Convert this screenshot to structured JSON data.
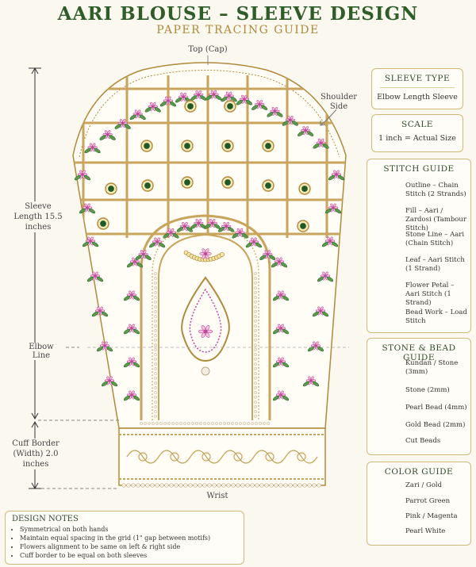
{
  "header": {
    "title": "AARI BLOUSE – SLEEVE DESIGN",
    "subtitle": "PAPER TRACING GUIDE"
  },
  "labels": {
    "top_cap": "Top (Cap)",
    "shoulder_side": "Shoulder Side",
    "sleeve_length": "Sleeve Length 15.5 inches",
    "elbow_line": "Elbow Line",
    "cuff_border": "Cuff Border (Width) 2.0 inches",
    "wrist": "Wrist"
  },
  "sleeve_type": {
    "heading": "SLEEVE TYPE",
    "value": "Elbow Length Sleeve"
  },
  "scale": {
    "heading": "SCALE",
    "value": "1 inch = Actual Size"
  },
  "stitch_guide": {
    "heading": "STITCH GUIDE",
    "items": [
      {
        "icon": "chain-stitch-icon",
        "label": "Outline – Chain Stitch (2 Strands)"
      },
      {
        "icon": "fill-line-icon",
        "label": "Fill – Aari / Zardosi (Tambour Stitch)"
      },
      {
        "icon": "stone-line-icon",
        "label": "Stone Line – Aari (Chain Stitch)"
      },
      {
        "icon": "leaf-icon",
        "label": "Leaf – Aari Stitch (1 Strand)"
      },
      {
        "icon": "flower-petal-icon",
        "label": "Flower Petal – Aari Stitch (1 Strand)"
      },
      {
        "icon": "bead-icon",
        "label": "Bead Work – Load Stitch"
      }
    ]
  },
  "stone_guide": {
    "heading": "STONE & BEAD GUIDE",
    "items": [
      {
        "icon": "kundan-stone-icon",
        "label": "Kundan / Stone (3mm)"
      },
      {
        "icon": "stone-icon",
        "label": "Stone (2mm)"
      },
      {
        "icon": "pearl-bead-icon",
        "label": "Pearl Bead (4mm)"
      },
      {
        "icon": "gold-bead-icon",
        "label": "Gold Bead (2mm)"
      },
      {
        "icon": "cut-bead-icon",
        "label": "Cut Beads"
      }
    ]
  },
  "color_guide": {
    "heading": "COLOR GUIDE",
    "items": [
      {
        "label": "Zari / Gold",
        "color": "#b08a3a"
      },
      {
        "label": "Parrot Green",
        "color": "#1f5a25"
      },
      {
        "label": "Pink / Magenta",
        "color": "#c0479a"
      },
      {
        "label": "Pearl White",
        "color": "#e9dcc8"
      }
    ]
  },
  "design_notes": {
    "heading": "DESIGN NOTES",
    "items": [
      "Symmetrical on both hands",
      "Maintain equal spacing in the grid (1\" gap between motifs)",
      "Flowers alignment to be same on left & right side",
      "Cuff border to be equal on both sleeves"
    ]
  },
  "colors": {
    "gold": "#b08a3a",
    "green": "#1f5a25",
    "pink": "#c0479a",
    "pearl": "#f3ece0"
  }
}
